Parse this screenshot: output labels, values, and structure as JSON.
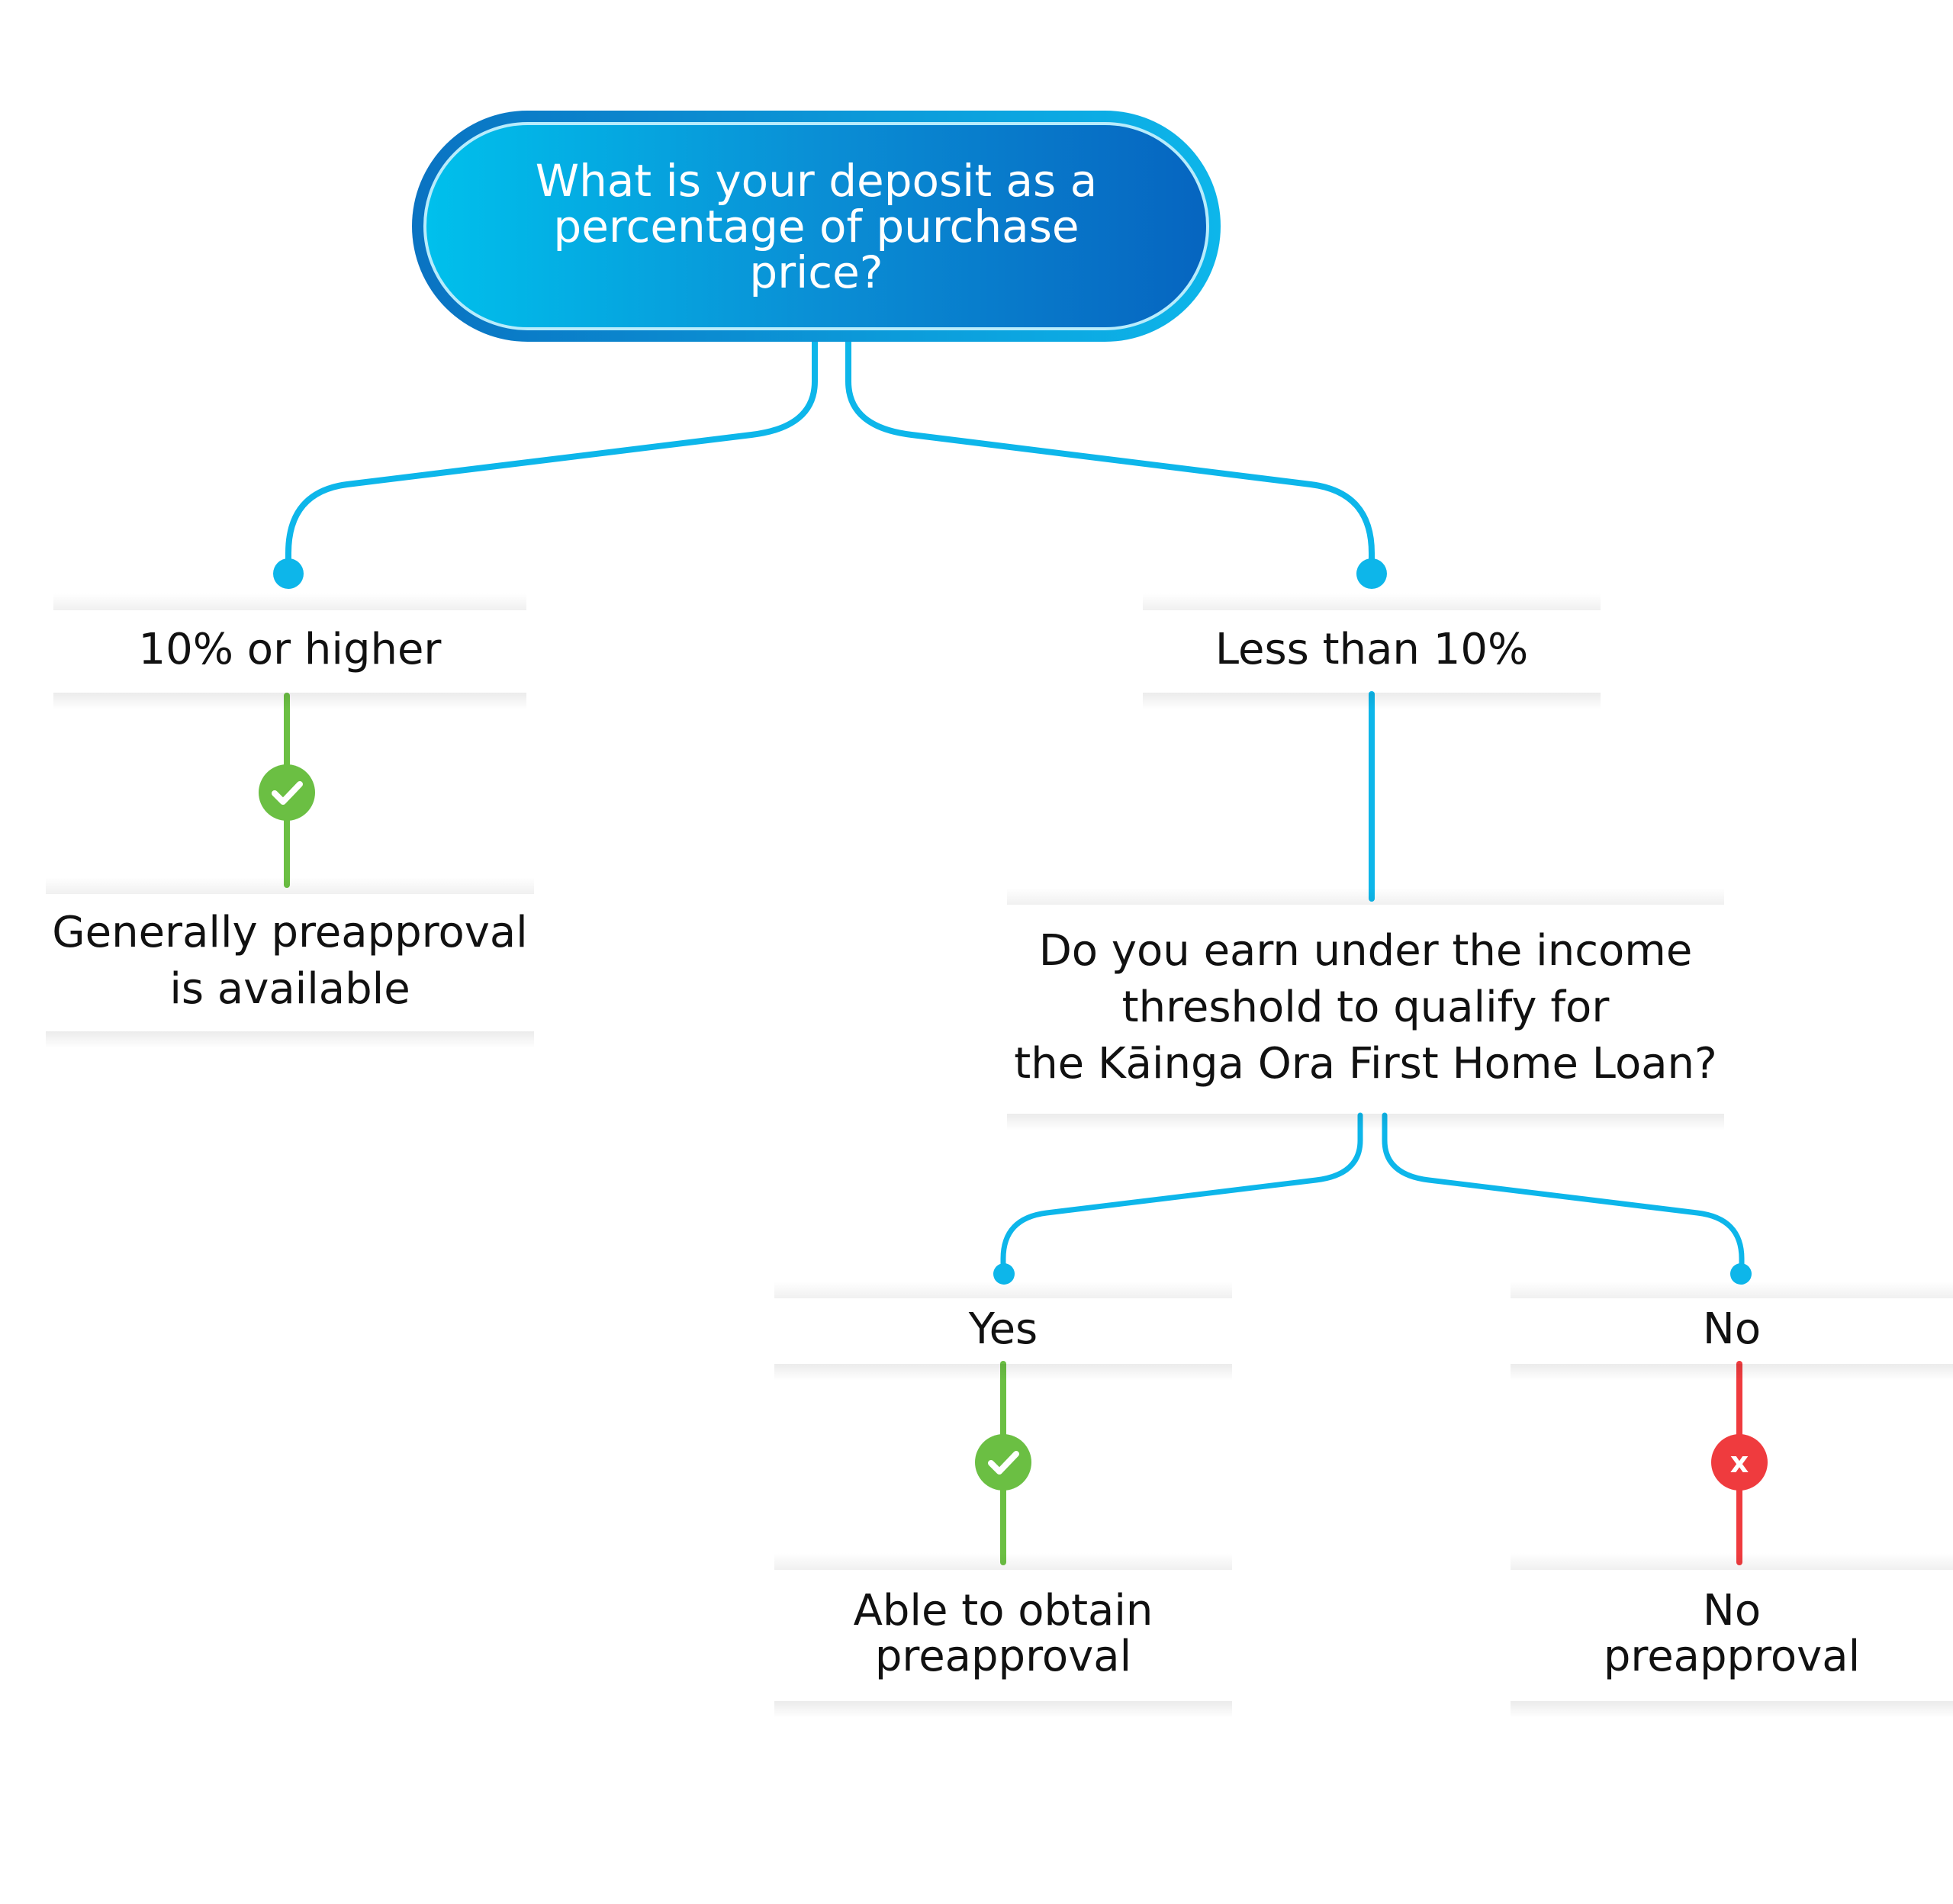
{
  "colors": {
    "connector_blue": "#0db6ea",
    "success_green": "#6bbf43",
    "fail_red": "#ef3b3e",
    "pill_dark": "#0665c0",
    "pill_light": "#00c0ec"
  },
  "root": {
    "question": "What is your deposit as a percentage of purchase price?"
  },
  "branch_high": {
    "label": "10% or higher",
    "status_icon": "check-icon",
    "outcome_line1": "Generally preapproval",
    "outcome_line2": "is available"
  },
  "branch_low": {
    "label": "Less than 10%",
    "question_line1": "Do you earn under the income",
    "question_line2": "threshold to qualify for",
    "question_line3": "the Kāinga Ora First Home Loan?",
    "yes": {
      "label": "Yes",
      "status_icon": "check-icon",
      "outcome_line1": "Able to obtain",
      "outcome_line2": "preapproval"
    },
    "no": {
      "label": "No",
      "status_icon": "x-icon",
      "status_glyph": "x",
      "outcome_line1": "No",
      "outcome_line2": "preapproval"
    }
  }
}
